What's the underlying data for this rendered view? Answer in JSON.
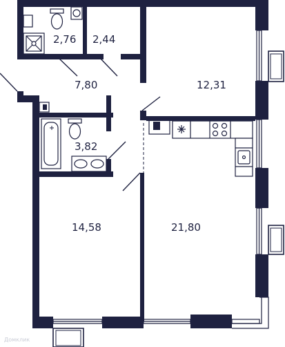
{
  "rooms": [
    {
      "id": "wc",
      "area": "2,76"
    },
    {
      "id": "storage",
      "area": "2,44"
    },
    {
      "id": "hall",
      "area": "7,80"
    },
    {
      "id": "bedroom-top",
      "area": "12,31"
    },
    {
      "id": "bathroom",
      "area": "3,82"
    },
    {
      "id": "bedroom",
      "area": "14,58"
    },
    {
      "id": "living-kitchen",
      "area": "21,80"
    }
  ],
  "watermark": {
    "text": "Домклик"
  },
  "colors": {
    "wall": "#1e2140",
    "fixture": "#1e2140",
    "background": "#ffffff"
  }
}
